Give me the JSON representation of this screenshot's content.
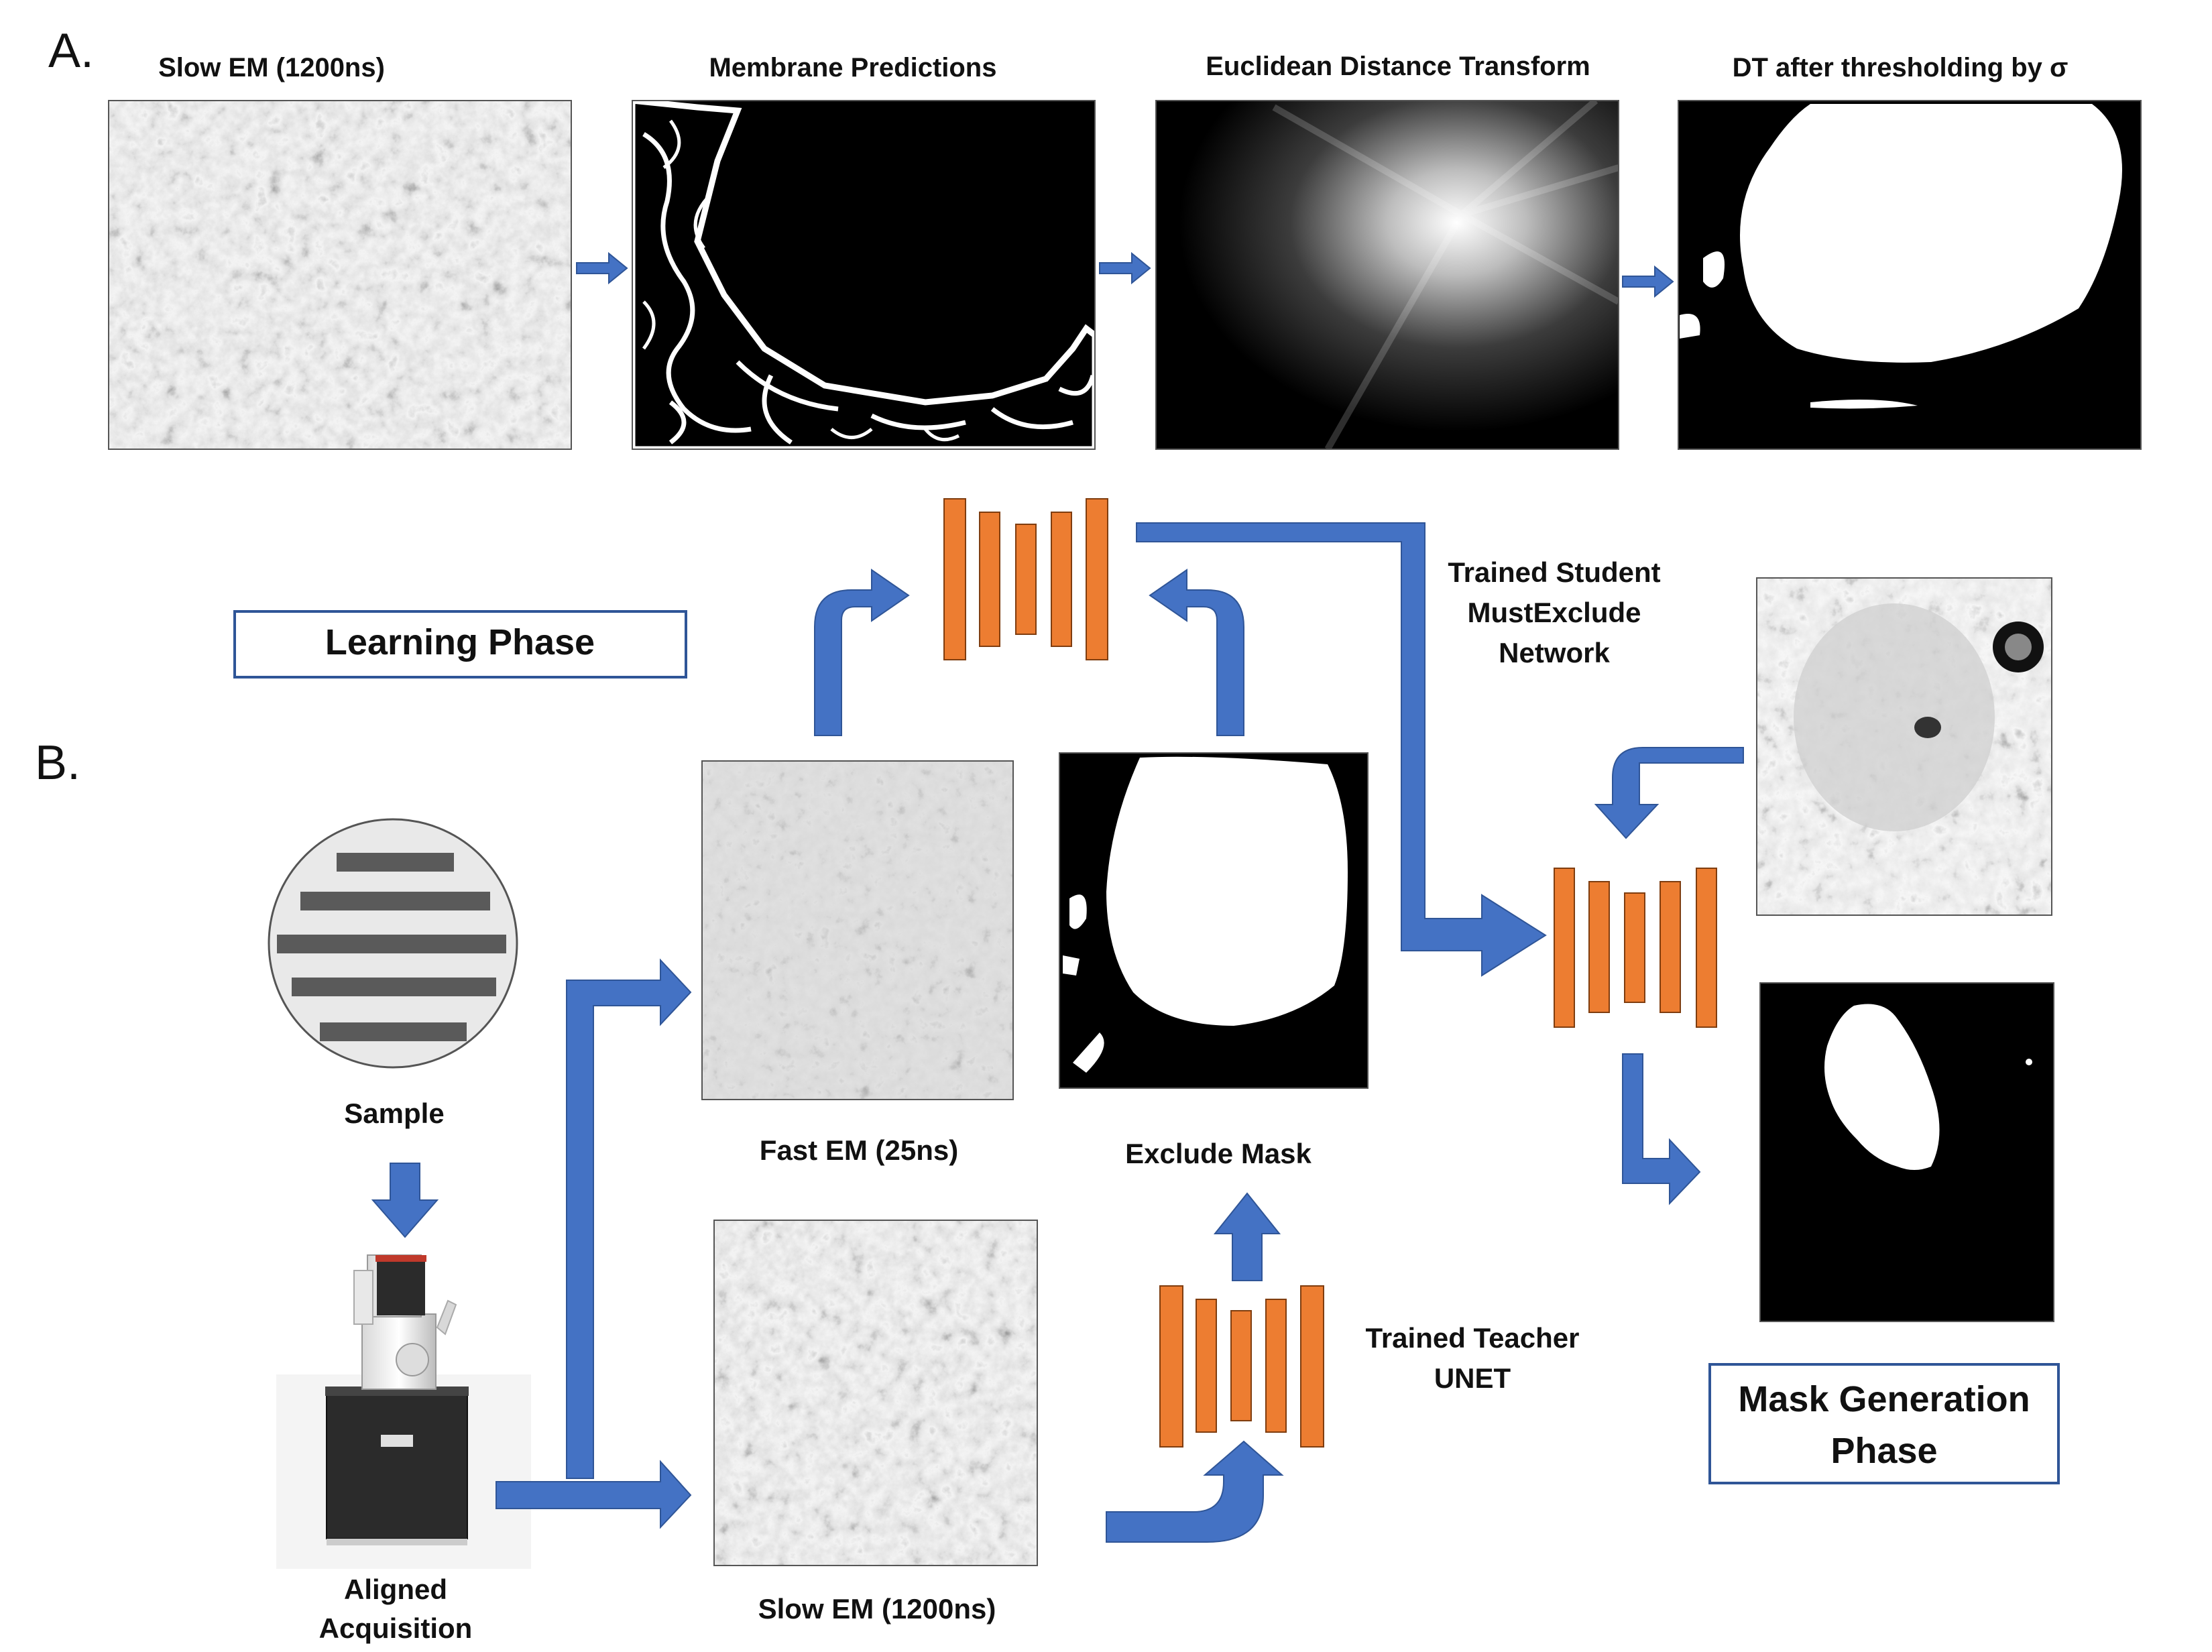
{
  "panel_labels": {
    "a": "A.",
    "b": "B."
  },
  "top_row": {
    "titles": [
      "Slow EM (1200ns)",
      "Membrane Predictions",
      "Euclidean Distance Transform",
      "DT after thresholding by σ"
    ]
  },
  "phases": {
    "learning": "Learning Phase",
    "mask_generation": [
      "Mask Generation",
      "Phase"
    ]
  },
  "student_network": [
    "Trained Student",
    "MustExclude",
    "Network"
  ],
  "teacher_network": [
    "Trained Teacher",
    "UNET"
  ],
  "labels": {
    "sample": "Sample",
    "aligned_acquisition": [
      "Aligned",
      "Acquisition"
    ],
    "fast_em": "Fast EM (25ns)",
    "exclude_mask": "Exclude Mask",
    "slow_em_bottom": "Slow EM (1200ns)"
  },
  "colors": {
    "arrow_blue": "#4472C4",
    "network_orange": "#ED7D31",
    "phase_box_border": "#2F5597"
  },
  "icons": {
    "network": "encoder-decoder-network-icon",
    "sample": "sample-disc-icon",
    "microscope": "electron-microscope-icon"
  }
}
